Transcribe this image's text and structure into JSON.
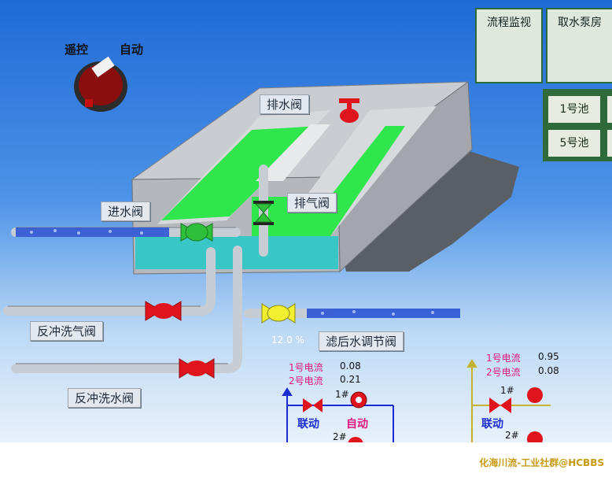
{
  "header": {
    "remote_label": "遥控",
    "auto_label": "自动",
    "flow_monitor": "流程监视",
    "pump_house": "取水泵房"
  },
  "pools": [
    "1号池",
    "5号池"
  ],
  "valves": {
    "drain": "排水阀",
    "inlet": "进水阀",
    "exhaust": "排气阀",
    "backwash_air": "反冲洗气阀",
    "post_filter": "滤后水调节阀",
    "backwash_water": "反冲洗水阀"
  },
  "post_filter_reading": "12.0 %",
  "pump_groups": [
    {
      "current1_label": "1号电流",
      "current1_value": "0.08",
      "current2_label": "2号电流",
      "current2_value": "0.21",
      "unit1": "1#",
      "unit2": "2#",
      "link_label": "联动",
      "mode_label": "自动"
    },
    {
      "current1_label": "1号电流",
      "current1_value": "0.95",
      "current2_label": "2号电流",
      "current2_value": "0.08",
      "unit1": "1#",
      "unit2": "2#",
      "link_label": "联动",
      "mode_label": ""
    }
  ],
  "watermark": "化海川流-工业社群@HCBBS",
  "colors": {
    "sky_top": "#1f6ad6",
    "filter_media": "#2fe64d",
    "water": "#38c6c6",
    "valve_red": "#e0141c",
    "valve_green": "#2fbf3a",
    "valve_yellow": "#f2ee30",
    "pipe": "#c7cdd3",
    "label_pink": "#e0157d"
  }
}
